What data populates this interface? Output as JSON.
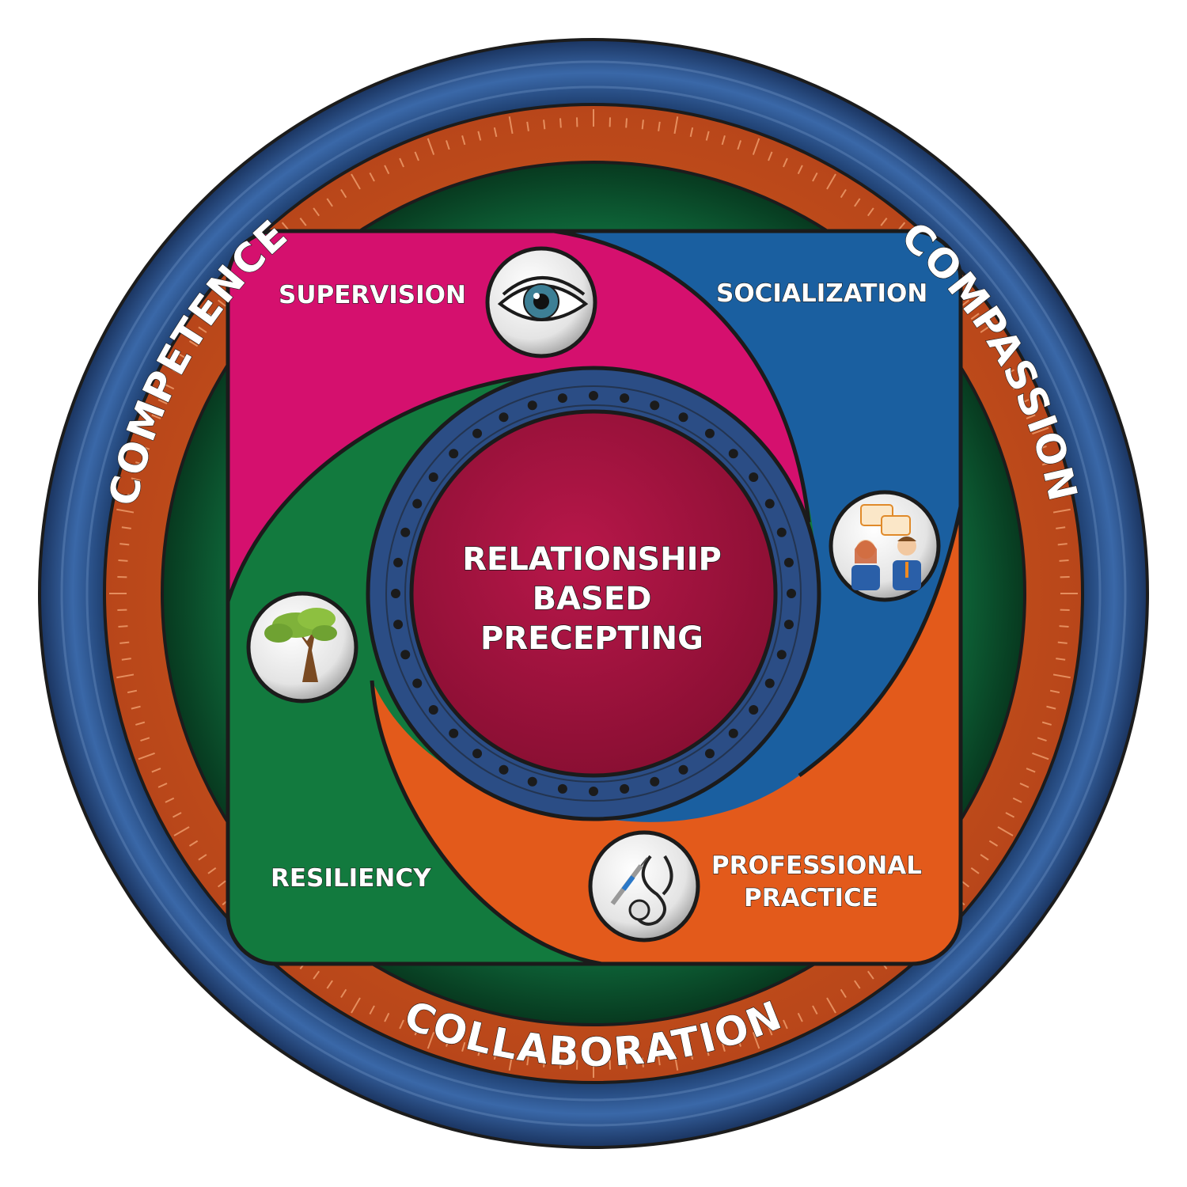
{
  "outer_ring": {
    "labels": {
      "competence": "COMPETENCE",
      "compassion": "COMPASSION",
      "collaboration": "COLLABORATION"
    }
  },
  "quadrants": {
    "supervision": {
      "label": "SUPERVISION",
      "icon": "eye-icon",
      "color": "#d5106e"
    },
    "socialization": {
      "label": "SOCIALIZATION",
      "icon": "people-conversation-icon",
      "color": "#1a5fa0"
    },
    "professional_practice": {
      "label_line1": "PROFESSIONAL",
      "label_line2": "PRACTICE",
      "icon": "stethoscope-syringe-icon",
      "color": "#e35a1b"
    },
    "resiliency": {
      "label": "RESILIENCY",
      "icon": "tree-icon",
      "color": "#127a3e"
    }
  },
  "center": {
    "line1": "RELATIONSHIP",
    "line2": "BASED",
    "line3": "PRECEPTING",
    "color": "#a8123e"
  },
  "colors": {
    "outer_blue": "#2a4f86",
    "orange_ring": "#d35a1f",
    "green_ring": "#0e6438",
    "inner_ring_blue": "#2b4d85"
  }
}
